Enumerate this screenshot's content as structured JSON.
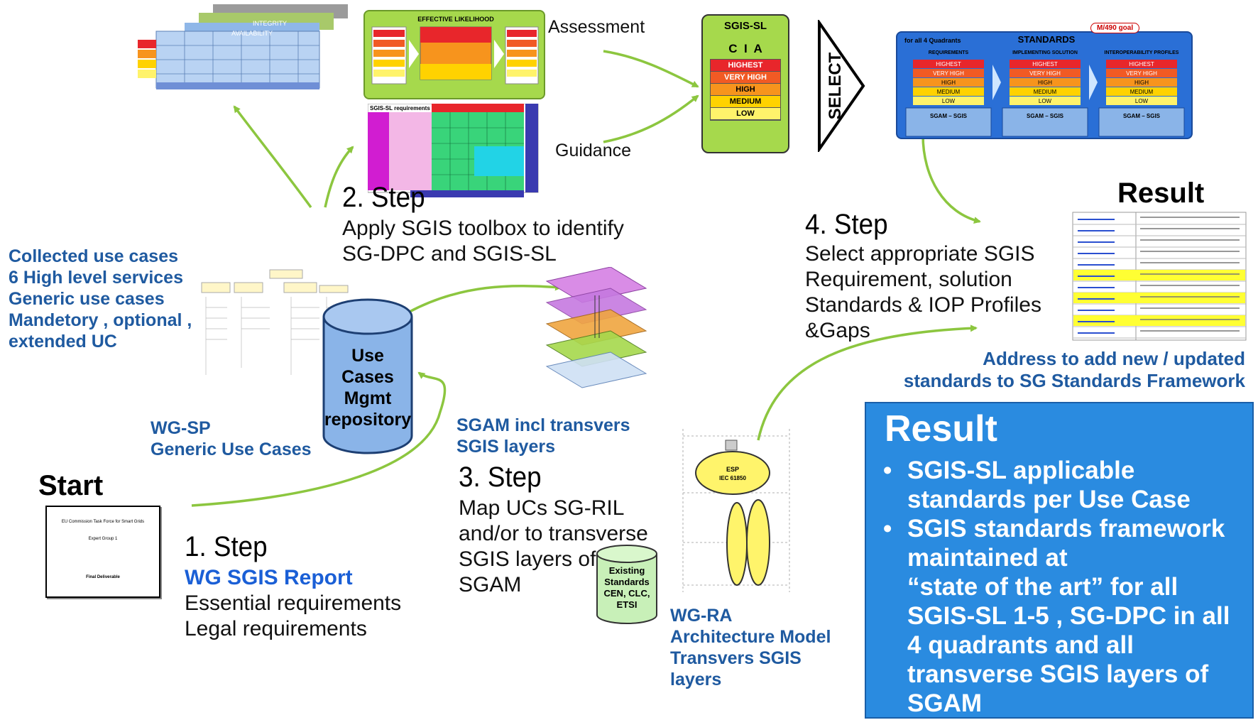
{
  "labels": {
    "assessment": "Assessment",
    "guidance": "Guidance",
    "select": "SELECT",
    "result_top": "Result",
    "start": "Start"
  },
  "step1": {
    "title": "1. Step",
    "report": "WG SGIS Report",
    "lines": [
      "Essential requirements",
      "Legal requirements"
    ]
  },
  "step2": {
    "title": "2. Step",
    "lines": [
      "Apply SGIS toolbox to identify",
      "SG-DPC and SGIS-SL"
    ]
  },
  "step3": {
    "title": "3. Step",
    "lines": [
      "Map UCs SG-RIL",
      "and/or to transverse",
      "SGIS layers of",
      "SGAM"
    ]
  },
  "step4": {
    "title": "4. Step",
    "lines": [
      "Select appropriate  SGIS",
      "Requirement, solution",
      "Standards & IOP Profiles",
      "&Gaps"
    ]
  },
  "collected": [
    "Collected use cases",
    "6 High level services",
    "Generic use cases",
    "Mandetory , optional ,",
    "extended UC"
  ],
  "wgsp": [
    "WG-SP",
    "Generic Use Cases"
  ],
  "repository": [
    "Use",
    "Cases",
    "Mgmt",
    "repository"
  ],
  "sgam_label": [
    "SGAM incl transvers",
    "SGIS layers"
  ],
  "existing": [
    "Existing",
    "Standards",
    "CEN, CLC,",
    "ETSI"
  ],
  "wgra": [
    "WG-RA",
    "Architecture Model",
    "Transvers SGIS",
    "layers"
  ],
  "address": [
    "Address to add new / updated",
    "standards to SG Standards Framework"
  ],
  "sgis_sl": {
    "title": "SGIS-SL",
    "cia": "C  I  A",
    "levels": [
      "HIGHEST",
      "VERY HIGH",
      "HIGH",
      "MEDIUM",
      "LOW"
    ],
    "level_colors": [
      "#e8262b",
      "#f15a24",
      "#f7941d",
      "#ffd200",
      "#fff36b"
    ]
  },
  "standards_panel": {
    "title": "STANDARDS",
    "badge": "M/490 goal",
    "left_top": "for all 4 Quadrants",
    "columns": [
      "REQUIREMENTS",
      "IMPLEMENTING SOLUTION",
      "INTEROPERABILITY PROFILES"
    ],
    "levels": [
      "HIGHEST",
      "VERY HIGH",
      "HIGH",
      "MEDIUM",
      "LOW"
    ],
    "footer": "SGAM – SGIS"
  },
  "thumbs": {
    "cube_top": "INTEGRITY",
    "cube_mid": "AVAILABILITY",
    "matrix_title": "EFFECTIVE LIKELIHOOD",
    "req_title": "SGIS-SL requirements",
    "start_doc": [
      "EU Commission Task Force for Smart Grids",
      "Expert Group 1",
      "Final Deliverable"
    ],
    "bubble": [
      "ESP",
      "IEC 61850"
    ]
  },
  "result_box": {
    "title": "Result",
    "bullets": [
      [
        "SGIS-SL applicable",
        "standards per Use Case"
      ],
      [
        "SGIS standards framework",
        "maintained at",
        "“state of the art” for all",
        "SGIS-SL 1-5 , SG-DPC in all",
        "4 quadrants and all",
        "transverse SGIS layers of",
        "SGAM"
      ]
    ]
  },
  "colors": {
    "arrow": "#8cc63f",
    "text_blue": "#1f5aa0",
    "result_bg": "#2a8be0",
    "sgis_bg": "#a6d94c",
    "repo_blue": "#8ab4e8"
  }
}
